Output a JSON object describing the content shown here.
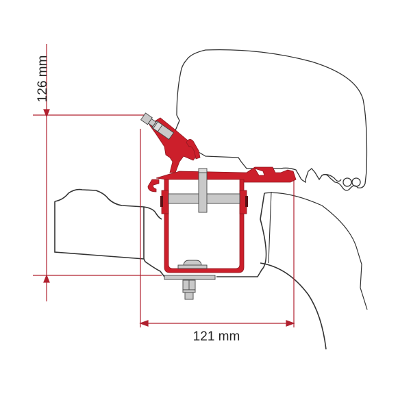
{
  "diagram": {
    "subject": "Awning adapter bracket mounting cross-section",
    "dimensions": {
      "vertical": {
        "label": "126 mm",
        "value": 126,
        "unit": "mm"
      },
      "horizontal": {
        "label": "121 mm",
        "value": 121,
        "unit": "mm"
      }
    },
    "parts": [
      {
        "id": "awning-case",
        "description": "Awning cassette profile (outline)"
      },
      {
        "id": "adapter-bracket",
        "description": "Red mounting adapter bracket"
      },
      {
        "id": "clamp-bolt",
        "description": "Grey clamp bolt at top-left"
      },
      {
        "id": "cross-bolt",
        "description": "Grey horizontal cross bolt with plate"
      },
      {
        "id": "base-bolt",
        "description": "Grey bottom bolt, nut and plate"
      },
      {
        "id": "vehicle-roof-rail",
        "description": "Vehicle roof rail profile (left)"
      },
      {
        "id": "vehicle-body",
        "description": "Vehicle body curve (right)"
      }
    ],
    "colors": {
      "bracket": "#cc1f2b",
      "bracket_dark": "#8e1820",
      "dimension_line": "#b0202f",
      "hardware": "#c9c9c9",
      "outline": "#333333",
      "text": "#222222"
    }
  }
}
